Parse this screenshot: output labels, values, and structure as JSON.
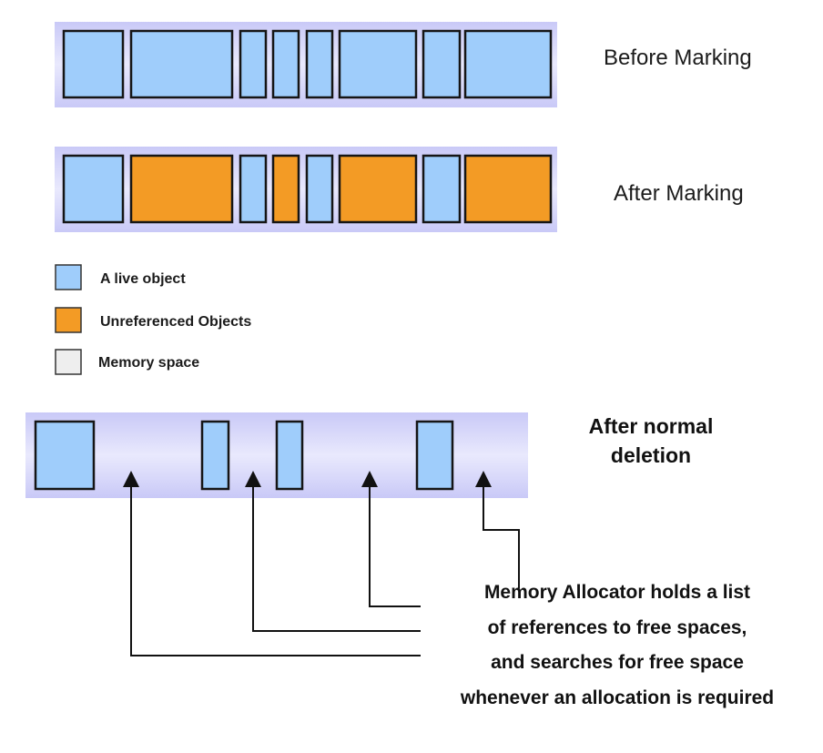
{
  "colors": {
    "live": "#9fcdfb",
    "unreferenced": "#f39b25",
    "memory_space": "#eeeeee",
    "band": "#d9d9fb",
    "outline": "#151515"
  },
  "rows": {
    "before": {
      "label": "Before Marking",
      "blocks": [
        "live",
        "live",
        "live",
        "live",
        "live",
        "live",
        "live",
        "live"
      ]
    },
    "after": {
      "label": "After Marking",
      "blocks": [
        "live",
        "unreferenced",
        "live",
        "unreferenced",
        "live",
        "unreferenced",
        "live",
        "unreferenced"
      ]
    },
    "deletion": {
      "title_line1": "After normal",
      "title_line2": "deletion",
      "blocks": [
        "live",
        "live",
        "live",
        "live"
      ]
    }
  },
  "legend": [
    {
      "kind": "live",
      "label": "A live object"
    },
    {
      "kind": "unreferenced",
      "label": "Unreferenced Objects"
    },
    {
      "kind": "memory_space",
      "label": "Memory space"
    }
  ],
  "note": {
    "lines": [
      "Memory Allocator holds a list",
      "of references to free spaces,",
      "and searches for free space",
      "whenever an allocation is required"
    ]
  }
}
